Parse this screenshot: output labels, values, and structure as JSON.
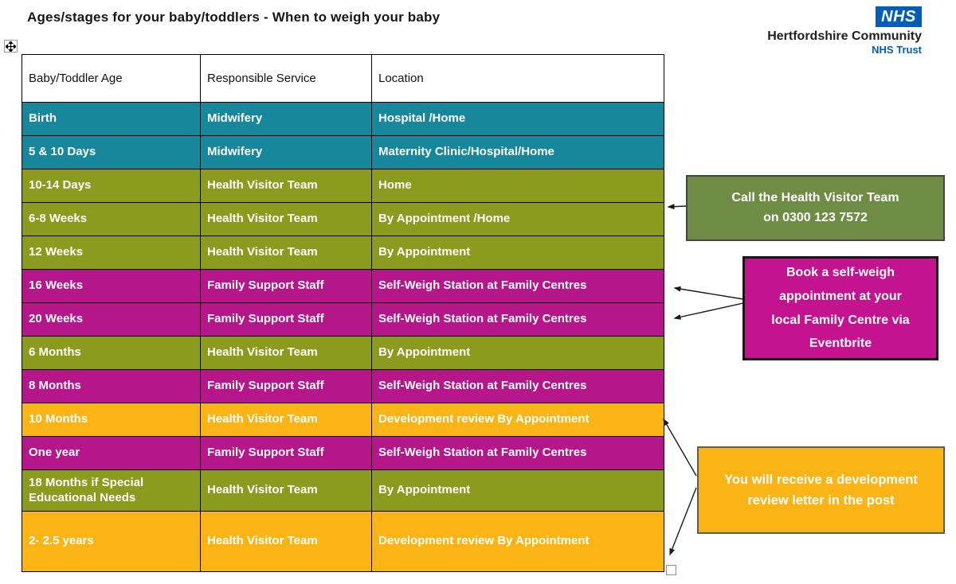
{
  "title": "Ages/stages for your baby/toddlers - When to weigh your baby",
  "logo": {
    "nhs": "NHS",
    "org": "Hertfordshire Community",
    "sub": "NHS Trust",
    "nhs_blue": "#005EB8"
  },
  "table": {
    "headers": [
      "Baby/Toddler Age",
      "Responsible Service",
      "Location"
    ],
    "rows": [
      {
        "age": "Birth",
        "service": "Midwifery",
        "location": "Hospital /Home",
        "color": "teal"
      },
      {
        "age": "5 & 10 Days",
        "service": "Midwifery",
        "location": "Maternity Clinic/Hospital/Home",
        "color": "teal"
      },
      {
        "age": "10-14 Days",
        "service": "Health Visitor Team",
        "location": "Home",
        "color": "olive"
      },
      {
        "age": "6-8 Weeks",
        "service": "Health Visitor Team",
        "location": "By Appointment /Home",
        "color": "olive"
      },
      {
        "age": "12 Weeks",
        "service": "Health Visitor Team",
        "location": "By Appointment",
        "color": "olive"
      },
      {
        "age": "16 Weeks",
        "service": "Family Support Staff",
        "location": "Self-Weigh Station at Family Centres",
        "color": "magenta"
      },
      {
        "age": "20 Weeks",
        "service": "Family Support Staff",
        "location": "Self-Weigh Station at Family Centres",
        "color": "magenta"
      },
      {
        "age": "6 Months",
        "service": "Health Visitor Team",
        "location": "By Appointment",
        "color": "olive"
      },
      {
        "age": "8 Months",
        "service": "Family Support Staff",
        "location": "Self-Weigh Station at Family Centres",
        "color": "magenta"
      },
      {
        "age": "10 Months",
        "service": "Health Visitor Team",
        "location": "Development review By Appointment",
        "color": "gold"
      },
      {
        "age": "One year",
        "service": "Family Support Staff",
        "location": "Self-Weigh Station at Family Centres",
        "color": "magenta"
      },
      {
        "age": "18 Months if Special Educational Needs",
        "service": "Health Visitor Team",
        "location": "By Appointment",
        "color": "olive"
      },
      {
        "age": "2- 2.5 years",
        "service": "Health Visitor Team",
        "location": "Development review By Appointment",
        "color": "gold"
      }
    ],
    "row_colors": {
      "teal": "#17879B",
      "olive": "#8B9B1D",
      "magenta": "#B5178A",
      "gold": "#FBB416"
    }
  },
  "callouts": {
    "health_visitor": {
      "lines": [
        "Call the Health Visitor Team",
        "on 0300 123 7572"
      ],
      "bg": "#6F8C45"
    },
    "self_weigh": {
      "lines": [
        "Book a self-weigh",
        "appointment at your",
        "local Family Centre via",
        "Eventbrite"
      ],
      "bg": "#C3138E"
    },
    "development_review": {
      "lines": [
        "You will receive a development",
        "review letter in the post"
      ],
      "bg": "#FBB416"
    }
  }
}
